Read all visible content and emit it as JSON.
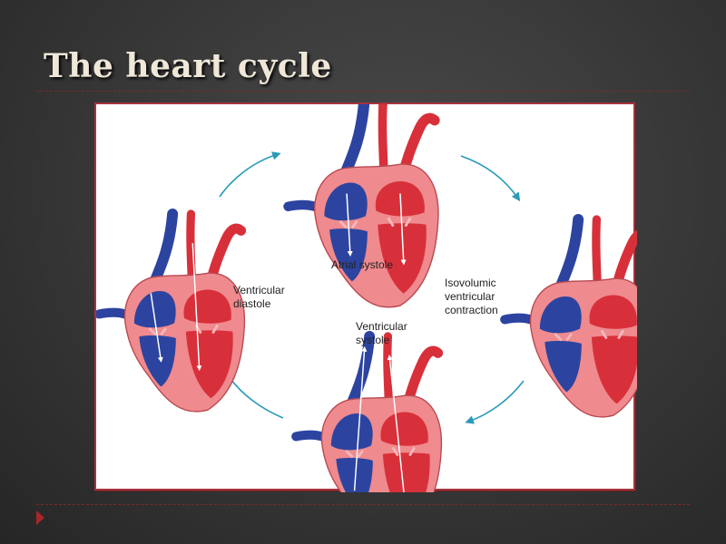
{
  "slide": {
    "title": "The heart cycle"
  },
  "diagram": {
    "stages": [
      {
        "id": "atrial-systole",
        "label": "Atrial systole"
      },
      {
        "id": "isovolumic",
        "label_lines": [
          "Isovolumic",
          "ventricular",
          "contraction"
        ]
      },
      {
        "id": "ventricular-systole",
        "label_lines": [
          "Ventricular",
          "systole"
        ]
      },
      {
        "id": "ventricular-diastole",
        "label_lines": [
          "Ventricular",
          "diastole"
        ]
      }
    ],
    "colors": {
      "oxygen_poor": "#2c44a0",
      "oxygen_rich": "#d8303a",
      "myocardium": "#ef8a8e",
      "cycle_arrow": "#2a9ab8"
    }
  }
}
